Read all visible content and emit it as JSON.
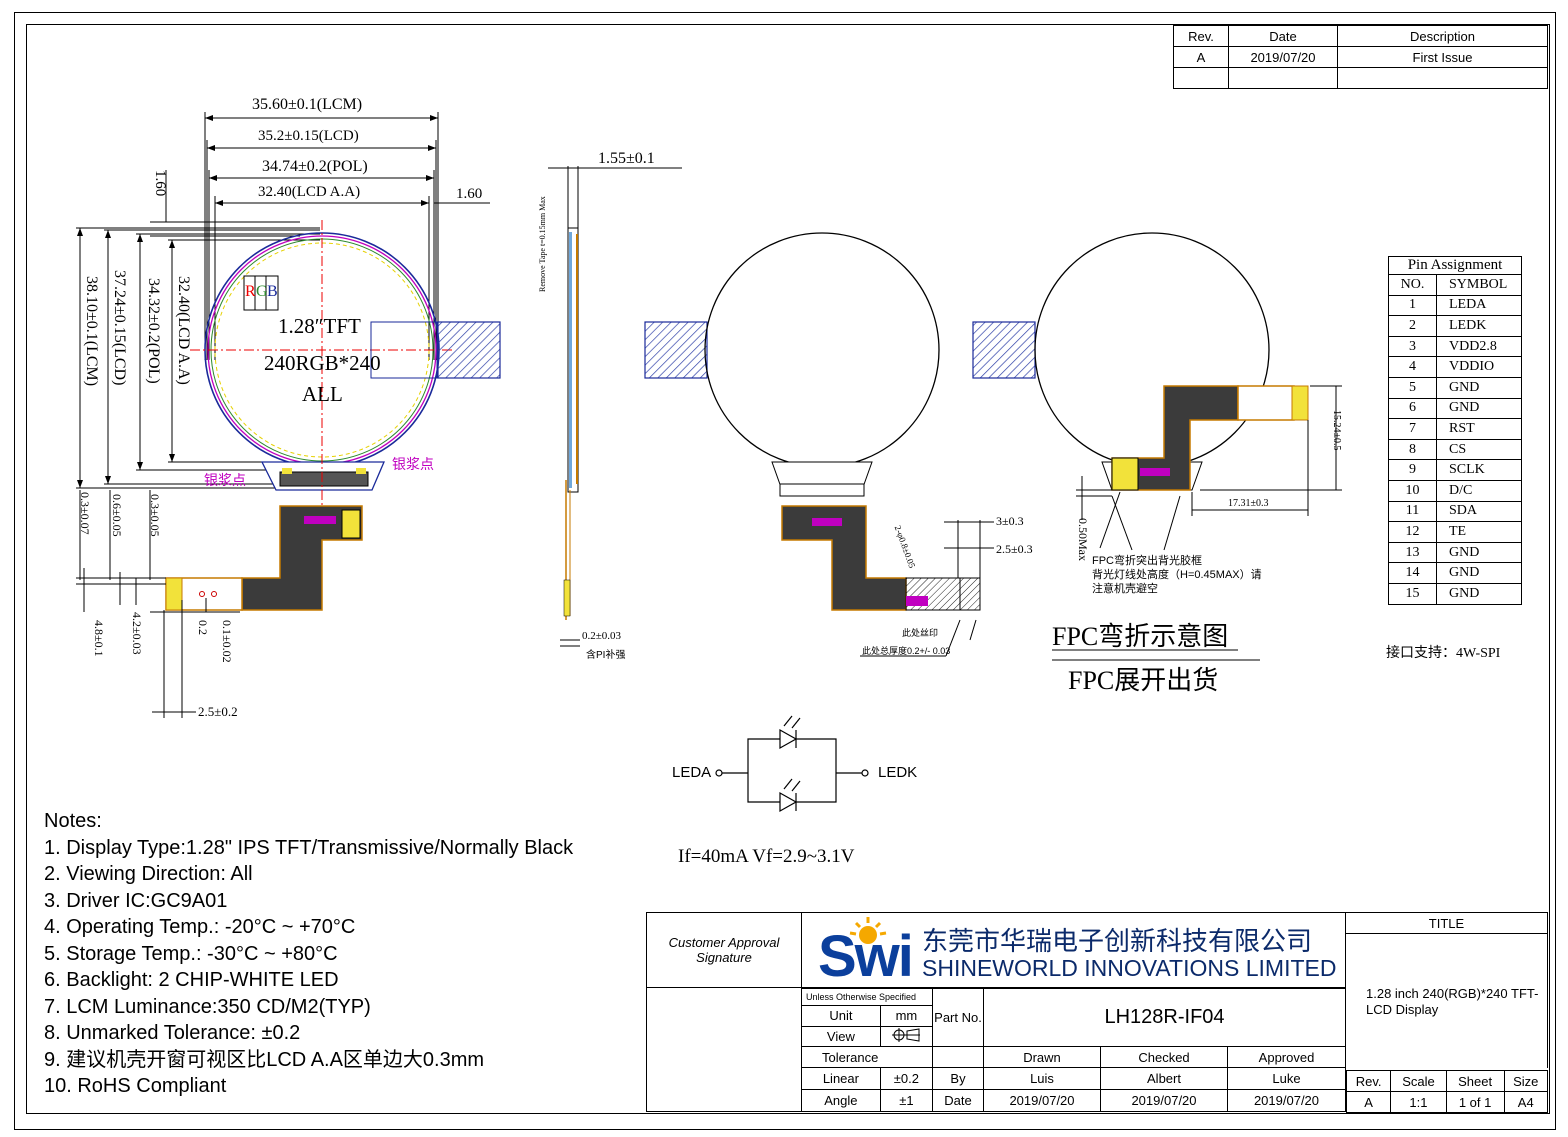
{
  "revision": {
    "headers": [
      "Rev.",
      "Date",
      "Description"
    ],
    "rows": [
      [
        "A",
        "2019/07/20",
        "First Issue"
      ],
      [
        "",
        "",
        ""
      ]
    ]
  },
  "front_view": {
    "dim_lcm_w": "35.60±0.1(LCM)",
    "dim_lcd_w": "35.2±0.15(LCD)",
    "dim_pol_w": "34.74±0.2(POL)",
    "dim_aa_w": "32.40(LCD A.A)",
    "dim_top_gap": "1.60",
    "dim_right_gap": "1.60",
    "dim_lcm_h": "38.10±0.1(LCM)",
    "dim_lcd_h": "37.24±0.15(LCD)",
    "dim_pol_h": "34.32±0.2(POL)",
    "dim_aa_h": "32.40(LCD A.A)",
    "rgb_r": "R",
    "rgb_g": "G",
    "rgb_b": "B",
    "label_size": "1.28″TFT",
    "label_res": "240RGB*240",
    "label_all": "ALL",
    "silver_left": "银浆点",
    "silver_right": "银浆点",
    "fpc_d1": "0.3±0.07",
    "fpc_d2": "0.6±0.05",
    "fpc_d3": "0.3±0.05",
    "fpc_d4": "4.8±0.1",
    "fpc_d5": "4.2±0.03",
    "fpc_d6": "0.2",
    "fpc_d7": "0.1±0.02",
    "fpc_d8": "2.5±0.2"
  },
  "side_view": {
    "thickness": "1.55±0.1",
    "tape": "Remove Tape t=0.15mm Max",
    "stiffener": "0.2±0.03",
    "stiffener_note": "含PI补强"
  },
  "back_view": {
    "d1": "3±0.3",
    "d2": "2.5±0.3",
    "d3": "2-φ0.8±0.05",
    "mark_note": "此处丝印",
    "thick_note": "此处总厚度0.2+/- 0.03"
  },
  "bent_view": {
    "height": "15.24±0.5",
    "width": "17.31±0.3",
    "max": "0.50Max",
    "note1": "FPC弯折突出背光胶框",
    "note2": "背光灯线处高度（H=0.45MAX）请",
    "note3": "注意机壳避空",
    "caption_bend": "FPC弯折示意图",
    "caption_flat": "FPC展开出货"
  },
  "pins": {
    "title": "Pin Assignment",
    "headers": [
      "NO.",
      "SYMBOL"
    ],
    "rows": [
      [
        "1",
        "LEDA"
      ],
      [
        "2",
        "LEDK"
      ],
      [
        "3",
        "VDD2.8"
      ],
      [
        "4",
        "VDDIO"
      ],
      [
        "5",
        "GND"
      ],
      [
        "6",
        "GND"
      ],
      [
        "7",
        "RST"
      ],
      [
        "8",
        "CS"
      ],
      [
        "9",
        "SCLK"
      ],
      [
        "10",
        "D/C"
      ],
      [
        "11",
        "SDA"
      ],
      [
        "12",
        "TE"
      ],
      [
        "13",
        "GND"
      ],
      [
        "14",
        "GND"
      ],
      [
        "15",
        "GND"
      ]
    ],
    "interface": "接口支持：4W-SPI"
  },
  "circuit": {
    "anode": "LEDA",
    "cathode": "LEDK",
    "formula": "If=40mA   Vf=2.9~3.1V"
  },
  "notes": {
    "title": "Notes:",
    "items": [
      "1. Display Type:1.28\" IPS TFT/Transmissive/Normally Black",
      "2. Viewing Direction: All",
      "3. Driver IC:GC9A01",
      "4. Operating Temp.: -20°C ~ +70°C",
      "5. Storage Temp.: -30°C ~ +80°C",
      "6. Backlight: 2 CHIP-WHITE LED",
      "7. LCM Luminance:350 CD/M2(TYP)",
      "8. Unmarked Tolerance: ±0.2",
      "9. 建议机壳开窗可视区比LCD A.A区单边大0.3mm",
      "10. RoHS Compliant"
    ]
  },
  "title_block": {
    "customer": "Customer Approval Signature",
    "logo_text": "Swi",
    "company_cn": "东莞市华瑞电子创新科技有限公司",
    "company_en": "SHINEWORLD INNOVATIONS LIMITED",
    "title_label": "TITLE",
    "title_value": "1.28 inch 240(RGB)*240 TFT-LCD Display",
    "unless": "Unless Otherwise Specified",
    "unit_label": "Unit",
    "unit_value": "mm",
    "view_label": "View",
    "tolerance_label": "Tolerance",
    "linear_label": "Linear",
    "linear_value": "±0.2",
    "angle_label": "Angle",
    "angle_value": "±1",
    "part_label": "Part No.",
    "part_value": "LH128R-IF04",
    "drawn_label": "Drawn",
    "checked_label": "Checked",
    "approved_label": "Approved",
    "by_label": "By",
    "date_label": "Date",
    "drawn_by": "Luis",
    "checked_by": "Albert",
    "approved_by": "Luke",
    "drawn_date": "2019/07/20",
    "checked_date": "2019/07/20",
    "approved_date": "2019/07/20",
    "rev_label": "Rev.",
    "scale_label": "Scale",
    "sheet_label": "Sheet",
    "size_label": "Size",
    "rev_value": "A",
    "scale_value": "1:1",
    "sheet_value": "1 of 1",
    "size_value": "A4"
  }
}
